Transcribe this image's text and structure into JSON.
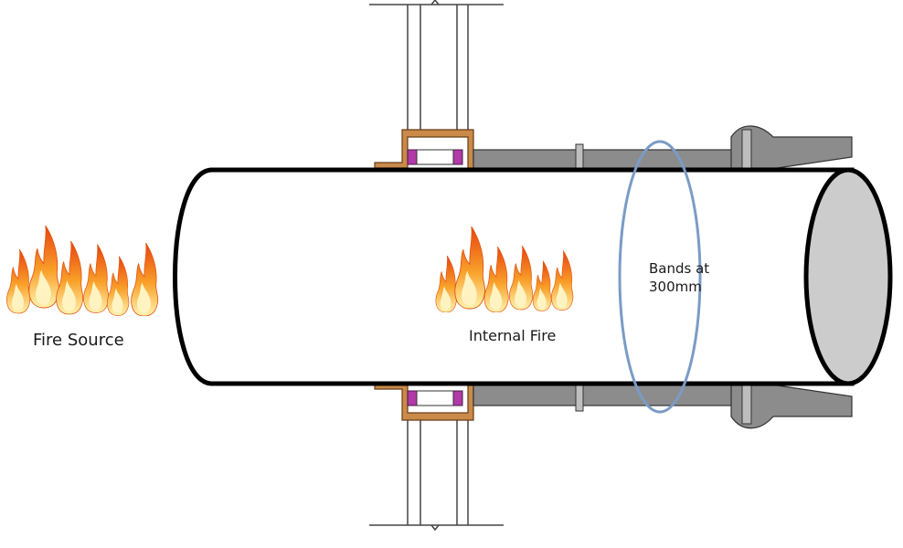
{
  "labels": {
    "fire_source": "Fire Source",
    "internal_fire": "Internal Fire",
    "bands_line1": "Bands at",
    "bands_line2": "300mm"
  },
  "colors": {
    "pipe_outline": "#000000",
    "pipe_end_fill": "#cccccc",
    "band_stroke": "#7a9cc6",
    "sleeve_grey": "#8f8f8f",
    "wall_line": "#444444",
    "flange_brown": "#b5651d",
    "seal_purple": "#b03aa8",
    "flame_outer": "#f5881f",
    "flame_inner": "#fff1a8",
    "flame_tip": "#e84c12"
  },
  "icons": [
    "fire-source-flames",
    "internal-fire-flames"
  ]
}
